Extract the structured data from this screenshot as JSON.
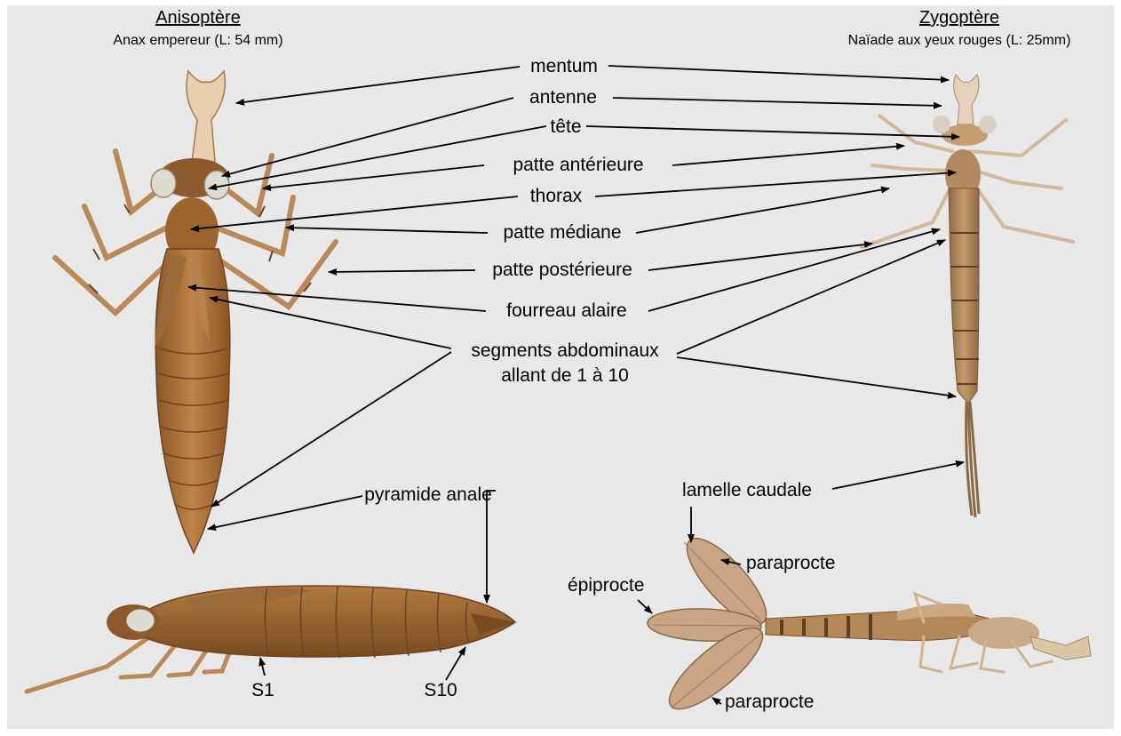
{
  "left_header": {
    "title": "Anisoptère",
    "subtitle": "Anax empereur (L: 54 mm)"
  },
  "right_header": {
    "title": "Zygoptère",
    "subtitle": "Naïade aux yeux rouges (L: 25mm)"
  },
  "labels": {
    "mentum": "mentum",
    "antenne": "antenne",
    "tete": "tête",
    "patte_anterieure": "patte antérieure",
    "thorax": "thorax",
    "patte_mediane": "patte médiane",
    "patte_posterieure": "patte postérieure",
    "fourreau_alaire": "fourreau alaire",
    "segments_line1": "segments abdominaux",
    "segments_line2": "allant de 1 à 10",
    "pyramide_anale": "pyramide anale",
    "lamelle_caudale": "lamelle caudale",
    "paraprocte_top": "paraprocte",
    "paraprocte_bottom": "paraprocte",
    "epiprocte": "épiprocte",
    "s1": "S1",
    "s10": "S10"
  },
  "colors": {
    "background": "#e8e8e8",
    "larva_body": "#a86f35",
    "larva_dark": "#6e4420",
    "larva_light": "#d9b48a",
    "arrow": "#000000"
  }
}
